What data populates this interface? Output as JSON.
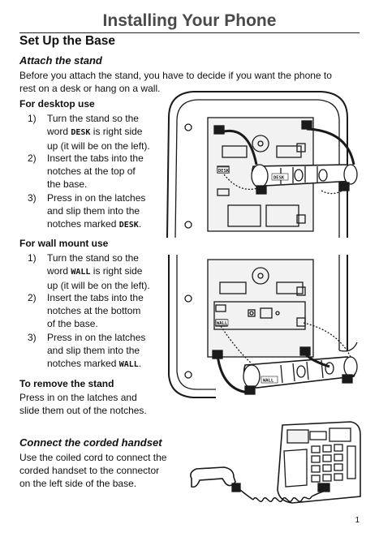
{
  "page": {
    "title": "Installing Your Phone",
    "section": "Set Up the Base",
    "page_number": "1"
  },
  "attach": {
    "heading": "Attach the stand",
    "intro_line1": "Before you attach the stand, you have to decide if you want the phone to",
    "intro_line2": "rest on a desk or hang on a wall."
  },
  "desktop": {
    "heading": "For desktop use",
    "steps": [
      {
        "num": "1)",
        "l1": "Turn the stand so the",
        "l2a": "word ",
        "l2code": "DESK",
        "l2b": " is right side",
        "l3": "up (it will be on the left)."
      },
      {
        "num": "2)",
        "l1": "Insert the tabs into the",
        "l2": "notches at the top of",
        "l3": "the base."
      },
      {
        "num": "3)",
        "l1": "Press in on the latches",
        "l2": "and slip them into the",
        "l3a": "notches marked ",
        "l3code": "DESK",
        "l3b": "."
      }
    ]
  },
  "wall": {
    "heading": "For wall mount use",
    "steps": [
      {
        "num": "1)",
        "l1": "Turn the stand so the",
        "l2a": "word ",
        "l2code": "WALL",
        "l2b": " is right side",
        "l3": "up (it will be on the left)."
      },
      {
        "num": "2)",
        "l1": "Insert the tabs into the",
        "l2": "notches at the bottom",
        "l3": "of the base."
      },
      {
        "num": "3)",
        "l1": "Press in on the latches",
        "l2": "and slip them into the",
        "l3a": "notches marked ",
        "l3code": "WALL",
        "l3b": "."
      }
    ]
  },
  "remove": {
    "heading": "To remove the stand",
    "line1": "Press in on the latches and",
    "line2": "slide them out of the notches."
  },
  "handset": {
    "heading": "Connect the corded handset",
    "line1": "Use the coiled cord to connect the",
    "line2": "corded handset to the connector",
    "line3": "on the left side of the base."
  },
  "figures": {
    "desk_label": "DESK",
    "wall_label": "WALL",
    "stroke_color": "#1a1a1a",
    "fill_light": "#f2f2f2"
  }
}
